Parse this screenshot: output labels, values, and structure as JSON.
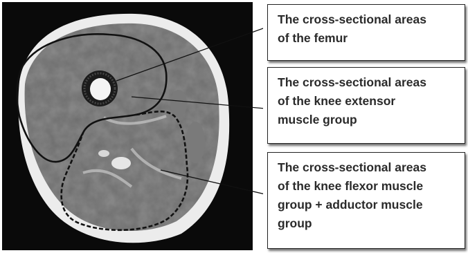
{
  "callouts": {
    "femur": "The cross-sectional areas\nof the femur",
    "extensor": "The cross-sectional areas\nof the knee extensor\nmuscle group",
    "flexor": "The cross-sectional areas\nof the knee flexor muscle\ngroup + adductor muscle\ngroup"
  },
  "colors": {
    "mri_background": "#0a0a0a",
    "fat": "#ededed",
    "muscle": "#6f6f6f",
    "bone_marrow": "#f5f5f5",
    "outline": "#111111"
  }
}
